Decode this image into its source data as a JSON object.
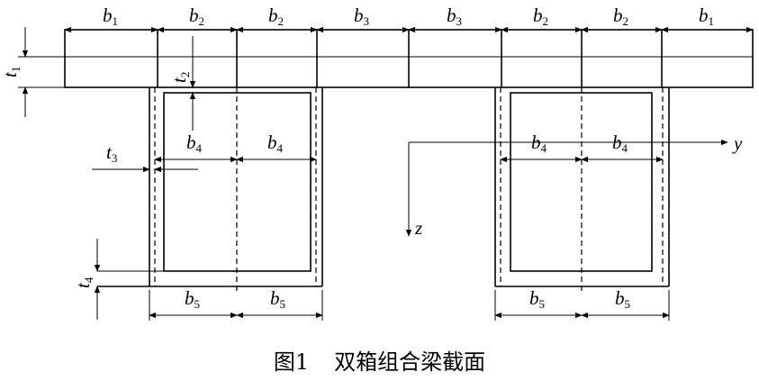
{
  "labels": {
    "b": "b",
    "t": "t",
    "y": "y",
    "z": "z",
    "b1": "1",
    "b2": "2",
    "b3": "3",
    "b4": "4",
    "b5": "5",
    "t1": "1",
    "t2": "2",
    "t3": "3",
    "t4": "4"
  },
  "caption": {
    "number": "图1",
    "title": "双箱组合梁截面"
  }
}
